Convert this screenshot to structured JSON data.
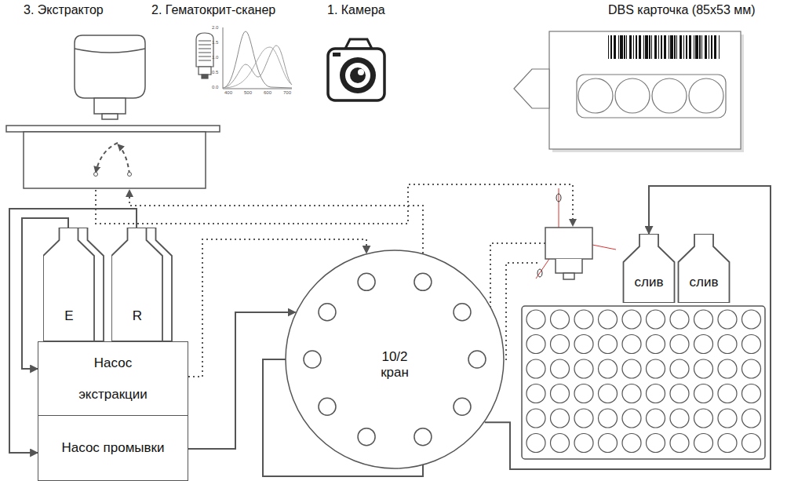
{
  "diagram": {
    "nodes": [
      {
        "text": [
          "E"
        ]
      },
      {
        "text": [
          "R"
        ]
      },
      {
        "text": [
          "Насос экстракции"
        ]
      },
      {
        "text": [
          "Насос промывки"
        ]
      },
      {
        "text": [
          "10/2 кран"
        ]
      },
      {
        "text": [
          "слив"
        ]
      },
      {
        "text": [
          "слив"
        ]
      }
    ],
    "edges": [
      {
        "from": 0,
        "to": 2,
        "arrow": "to"
      },
      {
        "from": 1,
        "to": 3,
        "arrow": "to"
      },
      {
        "from": 2,
        "to": 4,
        "arrow": "to"
      },
      {
        "from": 3,
        "to": 4,
        "arrow": "to"
      },
      {
        "from": 4,
        "to": 5,
        "arrow": "to"
      }
    ],
    "labels": [
      "3. Экстрактор",
      "2. Гематокрит-сканер",
      "1. Камера",
      "DBS карточка (85x53 мм)",
      "2.0",
      "1.5",
      "1.0",
      "0.5",
      "0.0",
      "400",
      "500",
      "600",
      "700"
    ]
  }
}
